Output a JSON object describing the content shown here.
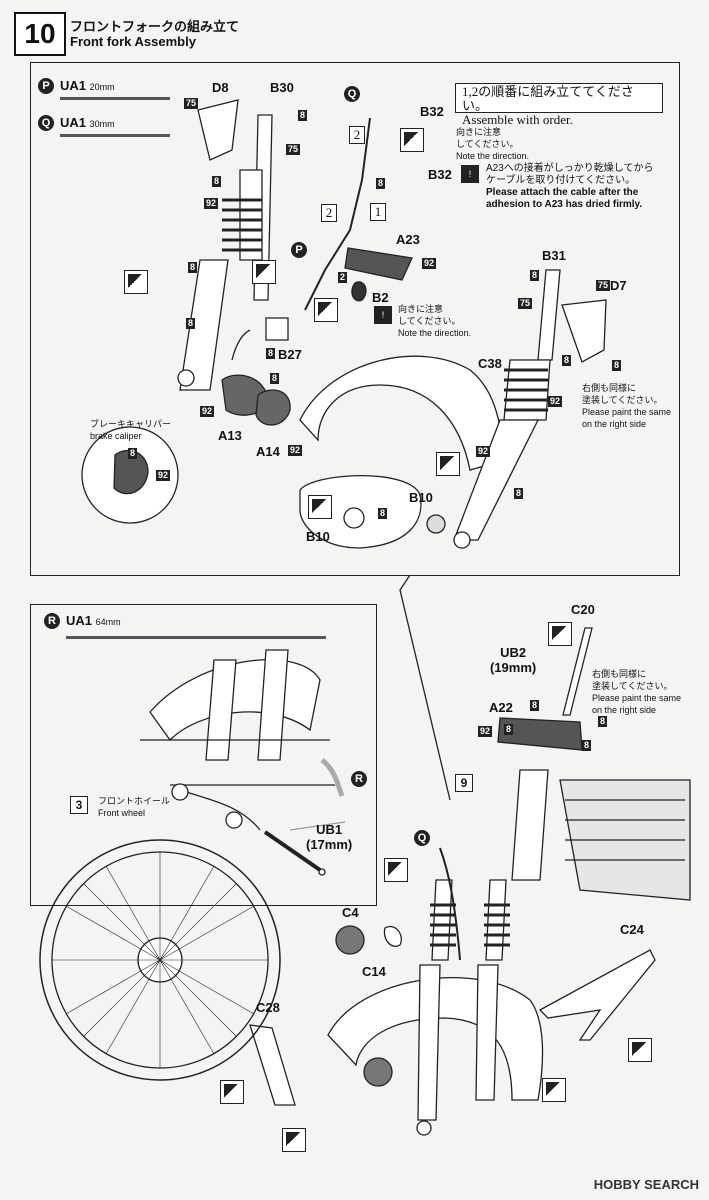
{
  "header": {
    "step_number": "10",
    "title_jp": "フロントフォークの組み立て",
    "title_en": "Front fork Assembly"
  },
  "options": {
    "p": {
      "letter": "P",
      "name": "UA1",
      "size": "20mm"
    },
    "q": {
      "letter": "Q",
      "name": "UA1",
      "size": "30mm"
    },
    "r": {
      "letter": "R",
      "name": "UA1",
      "size": "64mm"
    }
  },
  "notes": {
    "assemble_jp": "1,2の順番に組み立ててください。",
    "assemble_en": "Assemble with order.",
    "direction_jp1": "向きに注意",
    "direction_jp2": "してください。",
    "direction_en": "Note the direction.",
    "direction2_jp1": "向きに注意",
    "direction2_jp2": "してください。",
    "direction2_en": "Note the direction.",
    "cable_jp1": "A23への接着がしっかり乾燥してから",
    "cable_jp2": "ケーブルを取り付けてください。",
    "cable_en1": "Please attach the cable after the",
    "cable_en2": "adhesion to A23 has dried firmly.",
    "paint_right_jp1": "右側も同様に",
    "paint_right_jp2": "塗装してください。",
    "paint_right_en1": "Please paint the same",
    "paint_right_en2": "on the right side",
    "paint_right2_jp1": "右側も同様に",
    "paint_right2_jp2": "塗装してください。",
    "paint_right2_en1": "Please paint the same",
    "paint_right2_en2": "on the right side",
    "caliper_jp": "ブレーキキャリパー",
    "caliper_en": "brake caliper",
    "front_wheel_jp": "フロントホイール",
    "front_wheel_en": "Front wheel"
  },
  "parts": {
    "d8": "D8",
    "b30": "B30",
    "b32a": "B32",
    "b32b": "B32",
    "a23": "A23",
    "b2": "B2",
    "b27": "B27",
    "a13": "A13",
    "a14": "A14",
    "c38": "C38",
    "b31": "B31",
    "d7": "D7",
    "b10a": "B10",
    "b10b": "B10",
    "c20": "C20",
    "ub2": "UB2",
    "ub2_size": "(19mm)",
    "a22": "A22",
    "ub1": "UB1",
    "ub1_size": "(17mm)",
    "c4": "C4",
    "c14": "C14",
    "c24": "C24",
    "c28": "C28"
  },
  "paint_numbers": [
    "75",
    "8",
    "75",
    "8",
    "92",
    "8",
    "8",
    "8",
    "92",
    "92",
    "8",
    "92",
    "8",
    "92",
    "2",
    "8",
    "8",
    "92",
    "75",
    "75",
    "8",
    "92",
    "8",
    "8",
    "8",
    "92",
    "8",
    "8",
    "8",
    "8"
  ],
  "order_marks": {
    "one": "1",
    "two_a": "2",
    "two_b": "2"
  },
  "refs": {
    "step3": "3",
    "step9": "9"
  },
  "callout_letters": {
    "p": "P",
    "q": "Q",
    "q2": "Q",
    "r": "R"
  },
  "watermark": "HOBBY SEARCH",
  "colors": {
    "ink": "#111111",
    "paper": "#f4f4f2",
    "accent_rule": "#555555"
  }
}
